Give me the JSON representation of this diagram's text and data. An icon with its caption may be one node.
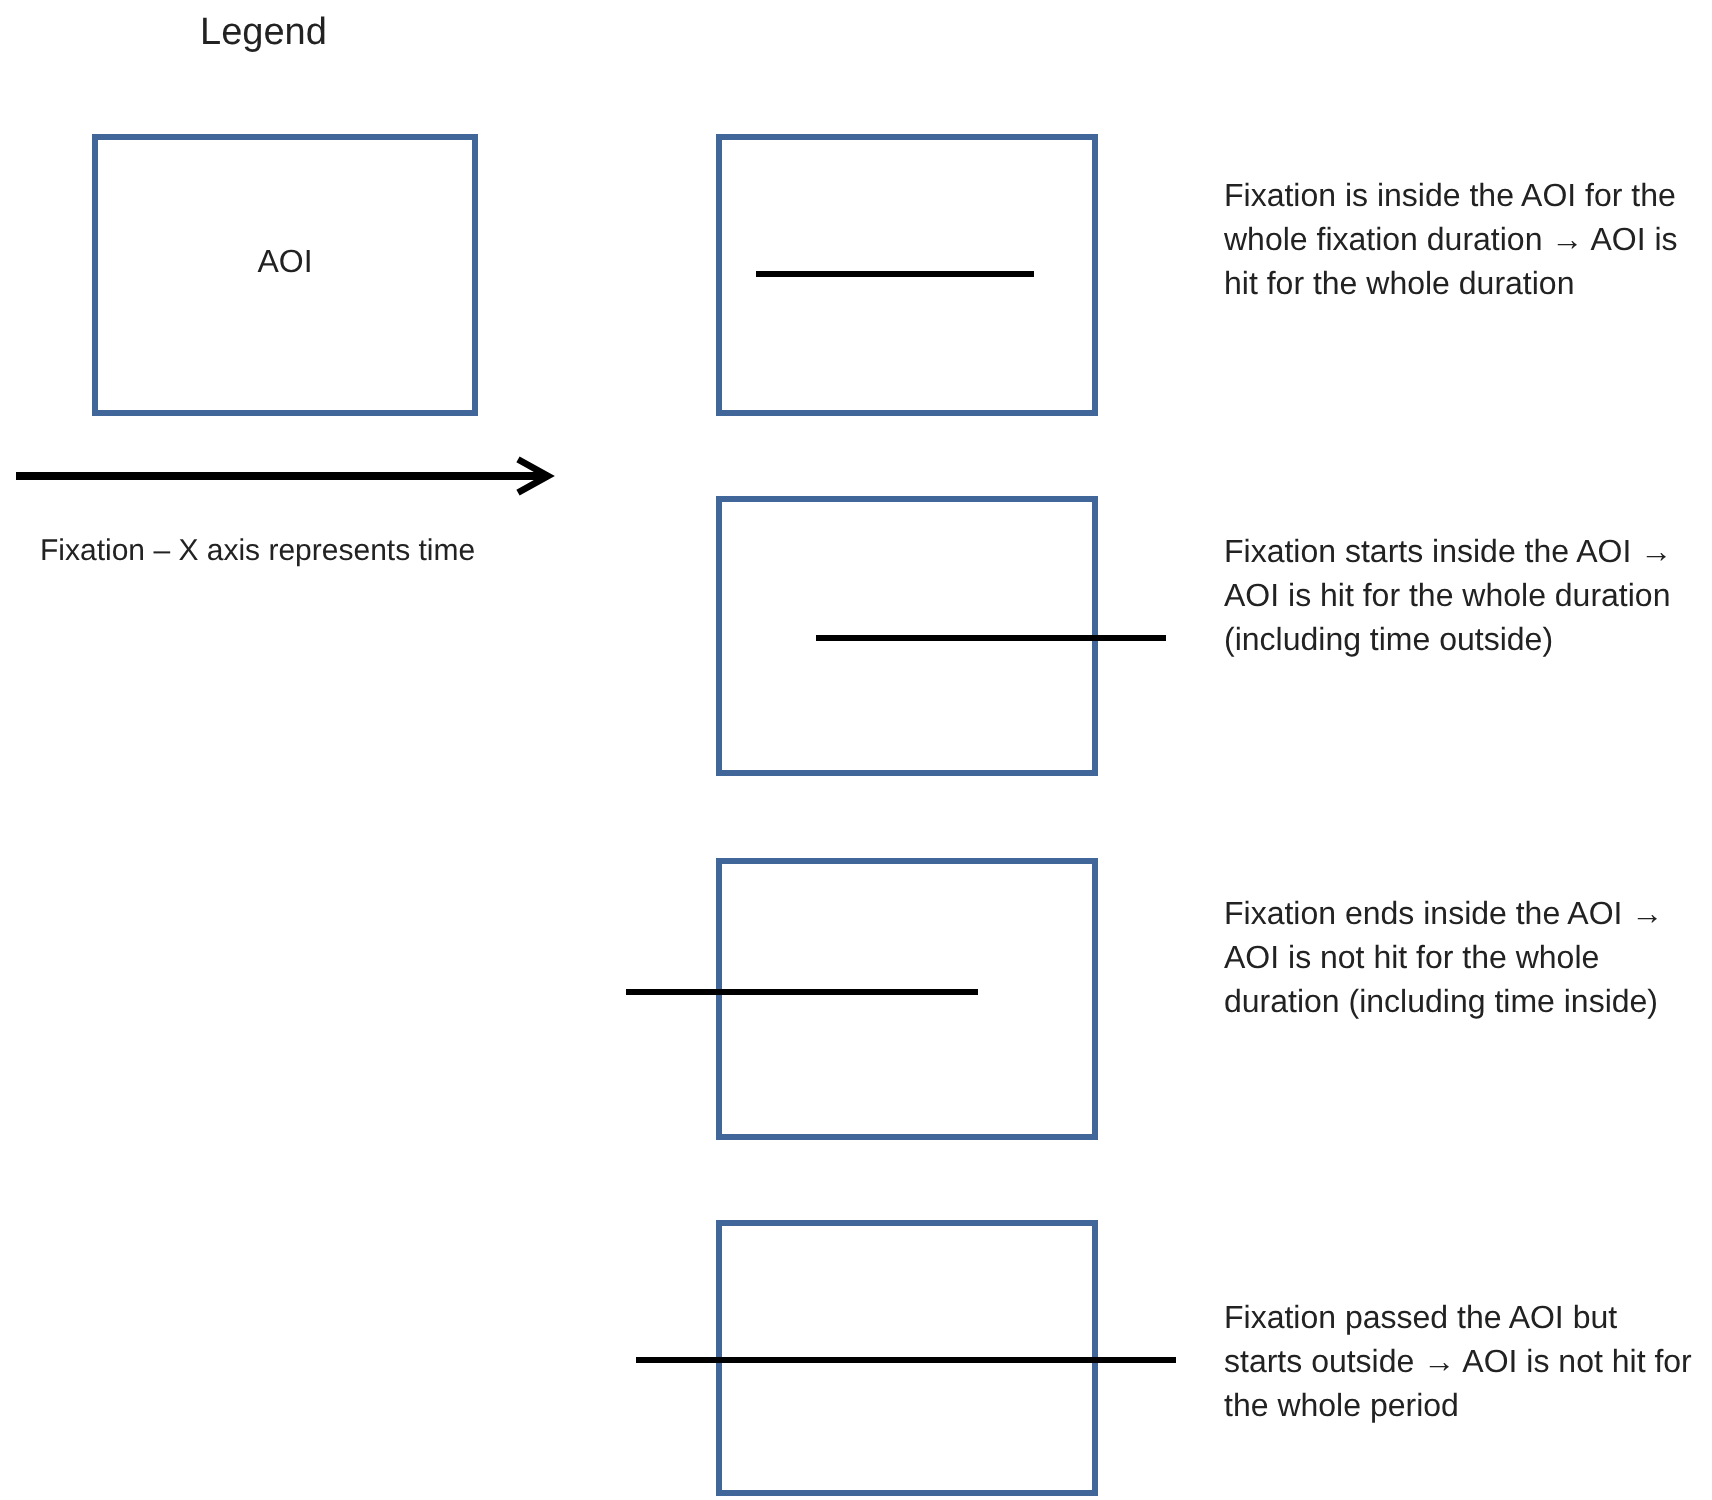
{
  "diagram": {
    "title": "Legend",
    "nodes": [
      {
        "text": [
          "AOI"
        ]
      },
      {
        "text": [],
        "shape": "box",
        "beside": [
          "Fixation is inside the AOI for the whole fixation duration → AOI is hit for the whole duration"
        ]
      },
      {
        "text": [],
        "shape": "box",
        "beside": [
          "Fixation starts inside the AOI → AOI is hit for the whole duration (including time outside)"
        ]
      },
      {
        "text": [],
        "shape": "box",
        "beside": [
          "Fixation ends inside the AOI → AOI is not hit for the whole duration (including time inside)"
        ]
      },
      {
        "text": [],
        "shape": "box",
        "beside": [
          "Fixation passed the AOI but starts outside → AOI is not hit for the whole period"
        ]
      }
    ],
    "legend": [
      {
        "text": "Fixation – X axis represents time"
      }
    ]
  }
}
